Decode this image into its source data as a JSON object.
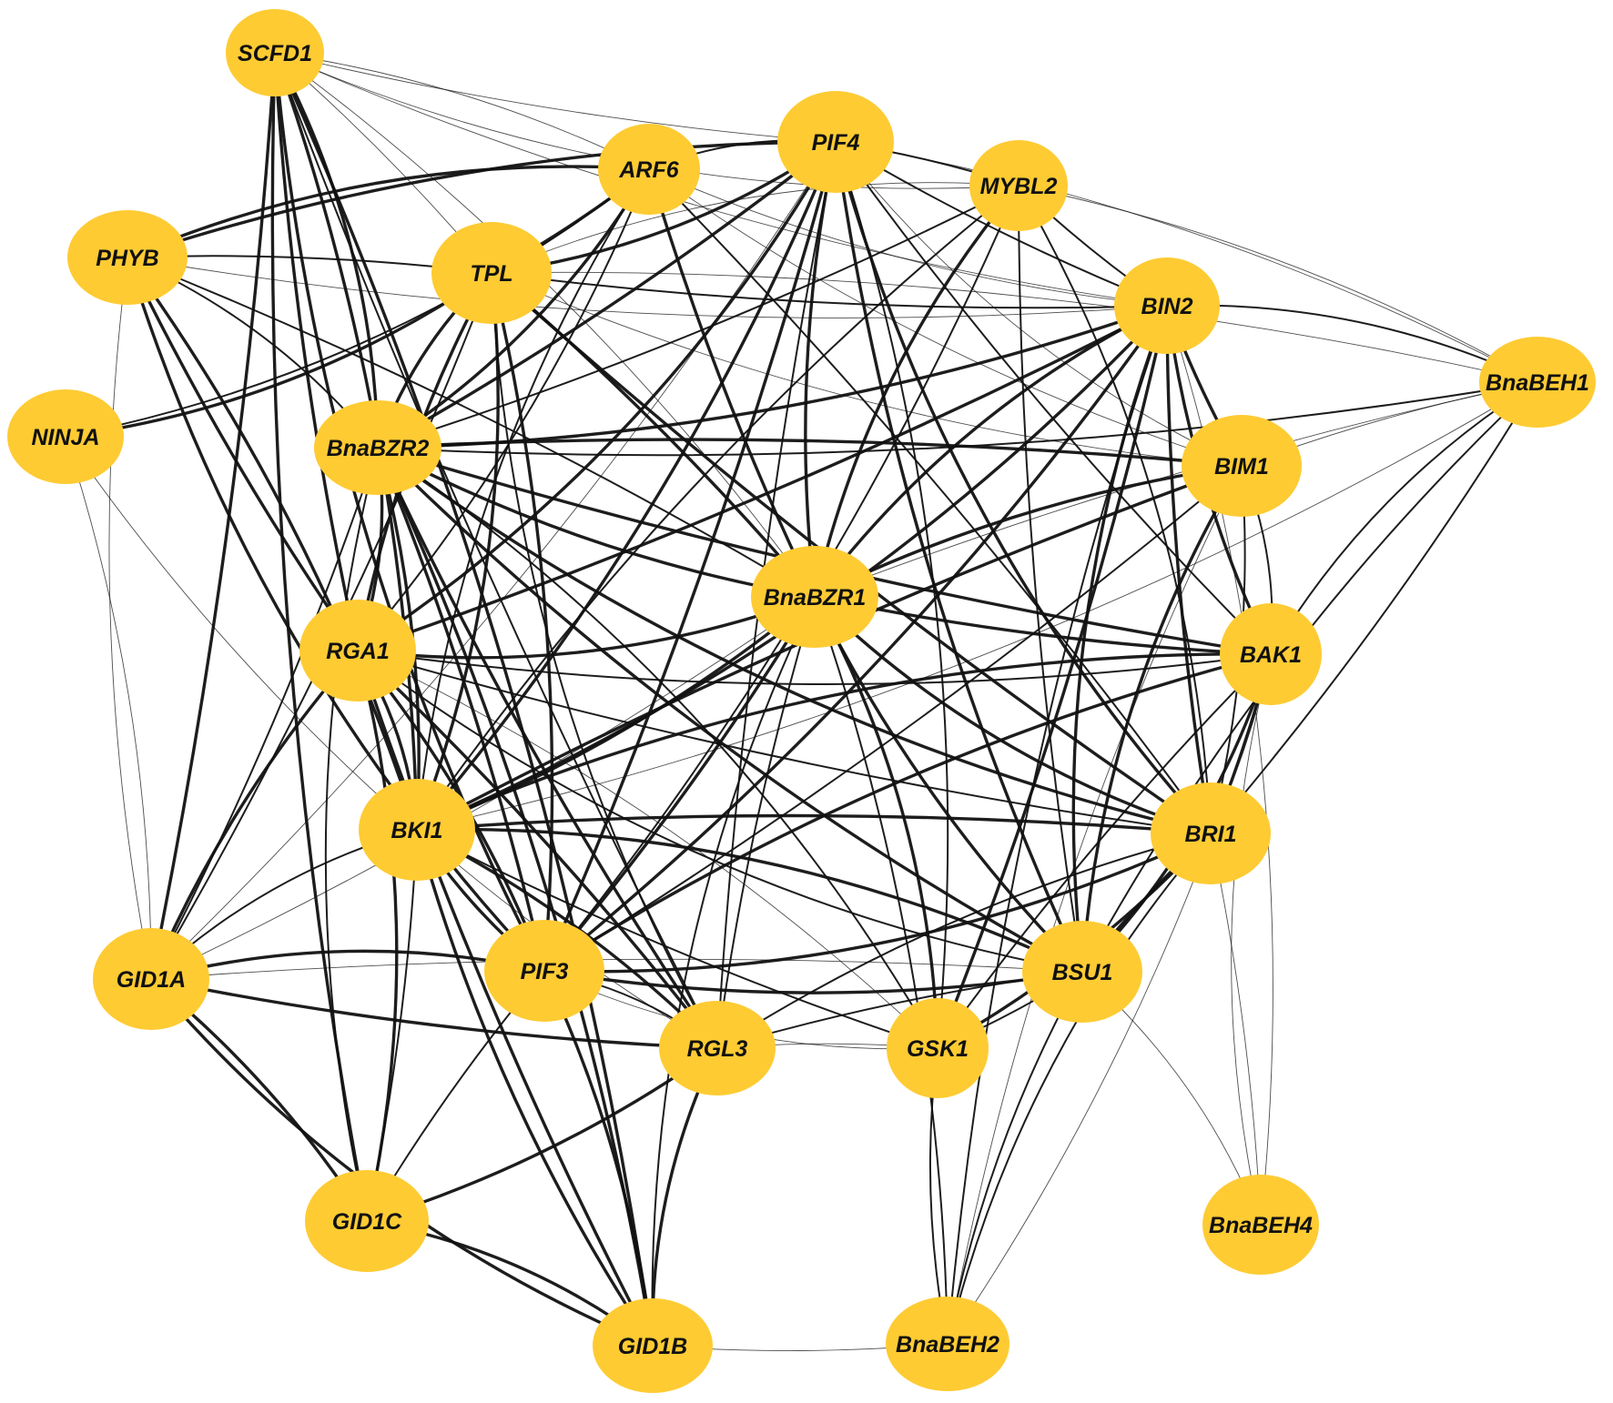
{
  "colors": {
    "node_fill": "#fecb33",
    "edge": "#111111",
    "label": "#111111",
    "background": "#ffffff"
  },
  "nodes": [
    {
      "id": "SCFD1",
      "label": "SCFD1"
    },
    {
      "id": "PIF4",
      "label": "PIF4"
    },
    {
      "id": "ARF6",
      "label": "ARF6"
    },
    {
      "id": "MYBL2",
      "label": "MYBL2"
    },
    {
      "id": "PHYB",
      "label": "PHYB"
    },
    {
      "id": "TPL",
      "label": "TPL"
    },
    {
      "id": "BIN2",
      "label": "BIN2"
    },
    {
      "id": "BnaBEH1",
      "label": "BnaBEH1"
    },
    {
      "id": "NINJA",
      "label": "NINJA"
    },
    {
      "id": "BnaBZR2",
      "label": "BnaBZR2"
    },
    {
      "id": "BIM1",
      "label": "BIM1"
    },
    {
      "id": "BnaBZR1",
      "label": "BnaBZR1"
    },
    {
      "id": "RGA1",
      "label": "RGA1"
    },
    {
      "id": "BAK1",
      "label": "BAK1"
    },
    {
      "id": "BKI1",
      "label": "BKI1"
    },
    {
      "id": "BRI1",
      "label": "BRI1"
    },
    {
      "id": "GID1A",
      "label": "GID1A"
    },
    {
      "id": "PIF3",
      "label": "PIF3"
    },
    {
      "id": "BSU1",
      "label": "BSU1"
    },
    {
      "id": "RGL3",
      "label": "RGL3"
    },
    {
      "id": "GSK1",
      "label": "GSK1"
    },
    {
      "id": "GID1C",
      "label": "GID1C"
    },
    {
      "id": "BnaBEH4",
      "label": "BnaBEH4"
    },
    {
      "id": "GID1B",
      "label": "GID1B"
    },
    {
      "id": "BnaBEH2",
      "label": "BnaBEH2"
    }
  ],
  "edges": [
    [
      "SCFD1",
      "PIF4",
      1
    ],
    [
      "SCFD1",
      "ARF6",
      1
    ],
    [
      "SCFD1",
      "MYBL2",
      1
    ],
    [
      "SCFD1",
      "TPL",
      1
    ],
    [
      "SCFD1",
      "BIN2",
      1
    ],
    [
      "SCFD1",
      "BnaBZR2",
      3
    ],
    [
      "SCFD1",
      "RGA1",
      3
    ],
    [
      "SCFD1",
      "BKI1",
      3
    ],
    [
      "SCFD1",
      "PIF3",
      3
    ],
    [
      "SCFD1",
      "GID1A",
      3
    ],
    [
      "SCFD1",
      "GID1C",
      3
    ],
    [
      "SCFD1",
      "GID1B",
      3
    ],
    [
      "SCFD1",
      "RGL3",
      2
    ],
    [
      "SCFD1",
      "BnaBZR1",
      1
    ],
    [
      "PIF4",
      "ARF6",
      2
    ],
    [
      "PIF4",
      "MYBL2",
      2
    ],
    [
      "PIF4",
      "PHYB",
      3
    ],
    [
      "PIF4",
      "TPL",
      3
    ],
    [
      "PIF4",
      "BIN2",
      2
    ],
    [
      "PIF4",
      "BnaBEH1",
      1
    ],
    [
      "PIF4",
      "BIM1",
      1
    ],
    [
      "PIF4",
      "BnaBZR2",
      3
    ],
    [
      "PIF4",
      "BnaBZR1",
      3
    ],
    [
      "PIF4",
      "RGA1",
      3
    ],
    [
      "PIF4",
      "BAK1",
      2
    ],
    [
      "PIF4",
      "BKI1",
      3
    ],
    [
      "PIF4",
      "BRI1",
      3
    ],
    [
      "PIF4",
      "PIF3",
      3
    ],
    [
      "PIF4",
      "BSU1",
      3
    ],
    [
      "PIF4",
      "GSK1",
      2
    ],
    [
      "PIF4",
      "RGL3",
      2
    ],
    [
      "PIF4",
      "GID1A",
      1
    ],
    [
      "ARF6",
      "PHYB",
      3
    ],
    [
      "ARF6",
      "TPL",
      3
    ],
    [
      "ARF6",
      "BIN2",
      1
    ],
    [
      "ARF6",
      "BnaBZR2",
      3
    ],
    [
      "ARF6",
      "BnaBZR1",
      3
    ],
    [
      "ARF6",
      "RGA1",
      2
    ],
    [
      "ARF6",
      "BKI1",
      2
    ],
    [
      "ARF6",
      "BRI1",
      2
    ],
    [
      "ARF6",
      "BIM1",
      1
    ],
    [
      "ARF6",
      "NINJA",
      2
    ],
    [
      "MYBL2",
      "BIN2",
      2
    ],
    [
      "MYBL2",
      "BnaBEH1",
      1
    ],
    [
      "MYBL2",
      "BnaBZR1",
      3
    ],
    [
      "MYBL2",
      "BnaBZR2",
      2
    ],
    [
      "MYBL2",
      "BKI1",
      2
    ],
    [
      "MYBL2",
      "BRI1",
      2
    ],
    [
      "MYBL2",
      "BSU1",
      2
    ],
    [
      "MYBL2",
      "PIF3",
      2
    ],
    [
      "MYBL2",
      "TPL",
      1
    ],
    [
      "PHYB",
      "TPL",
      2
    ],
    [
      "PHYB",
      "BIN2",
      1
    ],
    [
      "PHYB",
      "BnaBZR2",
      2
    ],
    [
      "PHYB",
      "RGA1",
      3
    ],
    [
      "PHYB",
      "BKI1",
      3
    ],
    [
      "PHYB",
      "PIF3",
      3
    ],
    [
      "PHYB",
      "BnaBZR1",
      2
    ],
    [
      "PHYB",
      "GID1A",
      1
    ],
    [
      "TPL",
      "NINJA",
      3
    ],
    [
      "TPL",
      "BIN2",
      2
    ],
    [
      "TPL",
      "BnaBEH1",
      1
    ],
    [
      "TPL",
      "BnaBZR2",
      3
    ],
    [
      "TPL",
      "BnaBZR1",
      3
    ],
    [
      "TPL",
      "RGA1",
      3
    ],
    [
      "TPL",
      "BKI1",
      3
    ],
    [
      "TPL",
      "BRI1",
      3
    ],
    [
      "TPL",
      "PIF3",
      3
    ],
    [
      "TPL",
      "RGL3",
      2
    ],
    [
      "TPL",
      "GID1A",
      2
    ],
    [
      "TPL",
      "BIM1",
      1
    ],
    [
      "BIN2",
      "BnaBEH1",
      2
    ],
    [
      "BIN2",
      "BIM1",
      3
    ],
    [
      "BIN2",
      "BnaBZR2",
      3
    ],
    [
      "BIN2",
      "BnaBZR1",
      3
    ],
    [
      "BIN2",
      "RGA1",
      3
    ],
    [
      "BIN2",
      "BAK1",
      3
    ],
    [
      "BIN2",
      "BKI1",
      3
    ],
    [
      "BIN2",
      "BRI1",
      3
    ],
    [
      "BIN2",
      "PIF3",
      3
    ],
    [
      "BIN2",
      "BSU1",
      3
    ],
    [
      "BIN2",
      "GSK1",
      3
    ],
    [
      "BIN2",
      "BnaBEH2",
      2
    ],
    [
      "BIN2",
      "BnaBEH4",
      1
    ],
    [
      "BnaBEH1",
      "BIM1",
      1
    ],
    [
      "BnaBEH1",
      "BnaBZR2",
      2
    ],
    [
      "BnaBEH1",
      "BAK1",
      2
    ],
    [
      "BnaBEH1",
      "BRI1",
      2
    ],
    [
      "BnaBEH1",
      "BSU1",
      2
    ],
    [
      "BnaBEH1",
      "BKI1",
      1
    ],
    [
      "BnaBEH1",
      "BnaBZR1",
      1
    ],
    [
      "NINJA",
      "GID1A",
      1
    ],
    [
      "NINJA",
      "RGL3",
      1
    ],
    [
      "BnaBZR2",
      "BIM1",
      3
    ],
    [
      "BnaBZR2",
      "BnaBZR1",
      3
    ],
    [
      "BnaBZR2",
      "RGA1",
      3
    ],
    [
      "BnaBZR2",
      "BAK1",
      3
    ],
    [
      "BnaBZR2",
      "BKI1",
      3
    ],
    [
      "BnaBZR2",
      "BRI1",
      3
    ],
    [
      "BnaBZR2",
      "PIF3",
      3
    ],
    [
      "BnaBZR2",
      "BSU1",
      3
    ],
    [
      "BnaBZR2",
      "GSK1",
      2
    ],
    [
      "BnaBZR2",
      "RGL3",
      3
    ],
    [
      "BnaBZR2",
      "GID1B",
      3
    ],
    [
      "BnaBZR2",
      "GID1C",
      2
    ],
    [
      "BnaBZR2",
      "GID1A",
      2
    ],
    [
      "BIM1",
      "BnaBZR1",
      3
    ],
    [
      "BIM1",
      "BAK1",
      2
    ],
    [
      "BIM1",
      "BKI1",
      3
    ],
    [
      "BIM1",
      "BRI1",
      2
    ],
    [
      "BIM1",
      "BSU1",
      3
    ],
    [
      "BIM1",
      "PIF3",
      2
    ],
    [
      "BIM1",
      "BnaBEH2",
      1
    ],
    [
      "BnaBZR1",
      "RGA1",
      3
    ],
    [
      "BnaBZR1",
      "BAK1",
      3
    ],
    [
      "BnaBZR1",
      "BKI1",
      3
    ],
    [
      "BnaBZR1",
      "BRI1",
      3
    ],
    [
      "BnaBZR1",
      "PIF3",
      3
    ],
    [
      "BnaBZR1",
      "BSU1",
      3
    ],
    [
      "BnaBZR1",
      "GSK1",
      3
    ],
    [
      "BnaBZR1",
      "RGL3",
      2
    ],
    [
      "BnaBZR1",
      "BnaBEH2",
      2
    ],
    [
      "BnaBZR1",
      "GID1B",
      2
    ],
    [
      "BnaBZR1",
      "GID1A",
      1
    ],
    [
      "RGA1",
      "BAK1",
      2
    ],
    [
      "RGA1",
      "BKI1",
      3
    ],
    [
      "RGA1",
      "BRI1",
      2
    ],
    [
      "RGA1",
      "PIF3",
      3
    ],
    [
      "RGA1",
      "BSU1",
      2
    ],
    [
      "RGA1",
      "RGL3",
      3
    ],
    [
      "RGA1",
      "GID1A",
      3
    ],
    [
      "RGA1",
      "GID1C",
      3
    ],
    [
      "RGA1",
      "GID1B",
      3
    ],
    [
      "RGA1",
      "GSK1",
      1
    ],
    [
      "BAK1",
      "BKI1",
      3
    ],
    [
      "BAK1",
      "BRI1",
      3
    ],
    [
      "BAK1",
      "PIF3",
      3
    ],
    [
      "BAK1",
      "BSU1",
      3
    ],
    [
      "BAK1",
      "GSK1",
      2
    ],
    [
      "BAK1",
      "BnaBEH2",
      1
    ],
    [
      "BAK1",
      "BnaBEH4",
      1
    ],
    [
      "BKI1",
      "BRI1",
      3
    ],
    [
      "BKI1",
      "PIF3",
      3
    ],
    [
      "BKI1",
      "BSU1",
      3
    ],
    [
      "BKI1",
      "GSK1",
      2
    ],
    [
      "BKI1",
      "RGL3",
      3
    ],
    [
      "BKI1",
      "GID1A",
      2
    ],
    [
      "BKI1",
      "GID1C",
      2
    ],
    [
      "BKI1",
      "GID1B",
      3
    ],
    [
      "BRI1",
      "PIF3",
      3
    ],
    [
      "BRI1",
      "BSU1",
      3
    ],
    [
      "BRI1",
      "GSK1",
      3
    ],
    [
      "BRI1",
      "BnaBEH2",
      2
    ],
    [
      "BRI1",
      "BnaBEH4",
      1
    ],
    [
      "BRI1",
      "RGL3",
      2
    ],
    [
      "GID1A",
      "PIF3",
      3
    ],
    [
      "GID1A",
      "RGL3",
      3
    ],
    [
      "GID1A",
      "GID1C",
      3
    ],
    [
      "GID1A",
      "GID1B",
      3
    ],
    [
      "GID1A",
      "BSU1",
      1
    ],
    [
      "PIF3",
      "BSU1",
      3
    ],
    [
      "PIF3",
      "RGL3",
      2
    ],
    [
      "PIF3",
      "GID1C",
      2
    ],
    [
      "PIF3",
      "GID1B",
      3
    ],
    [
      "PIF3",
      "GSK1",
      1
    ],
    [
      "BSU1",
      "GSK1",
      2
    ],
    [
      "BSU1",
      "BnaBEH2",
      2
    ],
    [
      "BSU1",
      "BnaBEH4",
      1
    ],
    [
      "BSU1",
      "RGL3",
      2
    ],
    [
      "RGL3",
      "GID1C",
      3
    ],
    [
      "RGL3",
      "GID1B",
      3
    ],
    [
      "RGL3",
      "GSK1",
      1
    ],
    [
      "GSK1",
      "BnaBEH2",
      2
    ],
    [
      "GID1C",
      "GID1B",
      3
    ],
    [
      "GID1B",
      "BnaBEH2",
      1
    ]
  ]
}
